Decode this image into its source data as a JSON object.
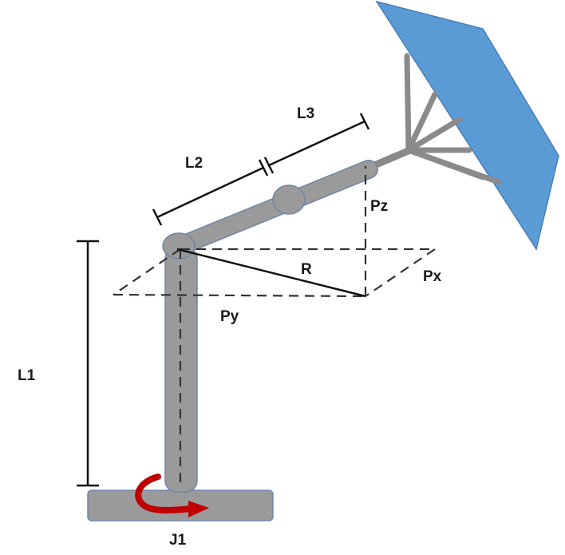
{
  "labels": {
    "l1": "L1",
    "l2": "L2",
    "l3": "L3",
    "pz": "Pz",
    "px": "Px",
    "py": "Py",
    "r": "R",
    "j1": "J1"
  },
  "colors": {
    "panel": "#5b9bd5",
    "arm": "#9a9a9a",
    "arm_outline": "#6f86a8",
    "rotation_arrow": "#c00000",
    "dimension_line": "#111111",
    "dashed_line": "#333333"
  }
}
